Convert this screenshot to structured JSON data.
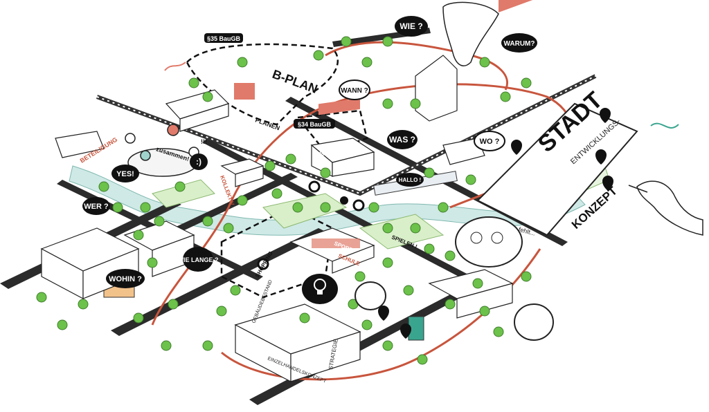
{
  "questions": {
    "wie": "WIE ?",
    "warum": "WARUM?",
    "wann": "WANN ?",
    "was": "WAS ?",
    "wo": "WO ?",
    "wer": "WER ?",
    "wie_lange": "WIE LANGE ?",
    "wohin": "WOHIN ?",
    "yes": "YES!"
  },
  "labels": {
    "bplan": "B-PLAN",
    "baugb35": "§35 BauGB",
    "baugb34": "§34 BauGB",
    "bahnhof": "BAHNHOF",
    "hallo": "HALLO !",
    "beteiligung": "BETEILIGUNG",
    "kollektiv": "KOLLEKTIV",
    "zusammen": "zusammen!",
    "stadt": "STADT",
    "entwicklungs": "ENTWICKLUNGS-",
    "konzept": "KONZEPT",
    "uns_fehlt": "uns fehlt...",
    "schule": "SCHULE",
    "sport": "SPORT",
    "spielen": "SPIELEN !",
    "shopping": "SHOPPING",
    "strategie": "STRATEGIE",
    "einzelhandel": "EINZELHANDELSKONZEPT",
    "gebaeude": "GEBÄUDEBESTAND",
    "planen": "PLANEN",
    "smiley": ":)",
    "excl": "!!!"
  },
  "colors": {
    "road": "#2b2b2b",
    "route": "#c8553d",
    "river": "#cfe9e6",
    "tree": "#6cc24a",
    "accent_red": "#e07a6a",
    "accent_orange": "#f2c28b",
    "accent_teal": "#3aa58f",
    "block": "#ffffff"
  },
  "icons": {
    "pin": "map-pin-icon",
    "bulb": "lightbulb-icon",
    "question": "question-icon",
    "hand": "drawing-hand-icon"
  }
}
